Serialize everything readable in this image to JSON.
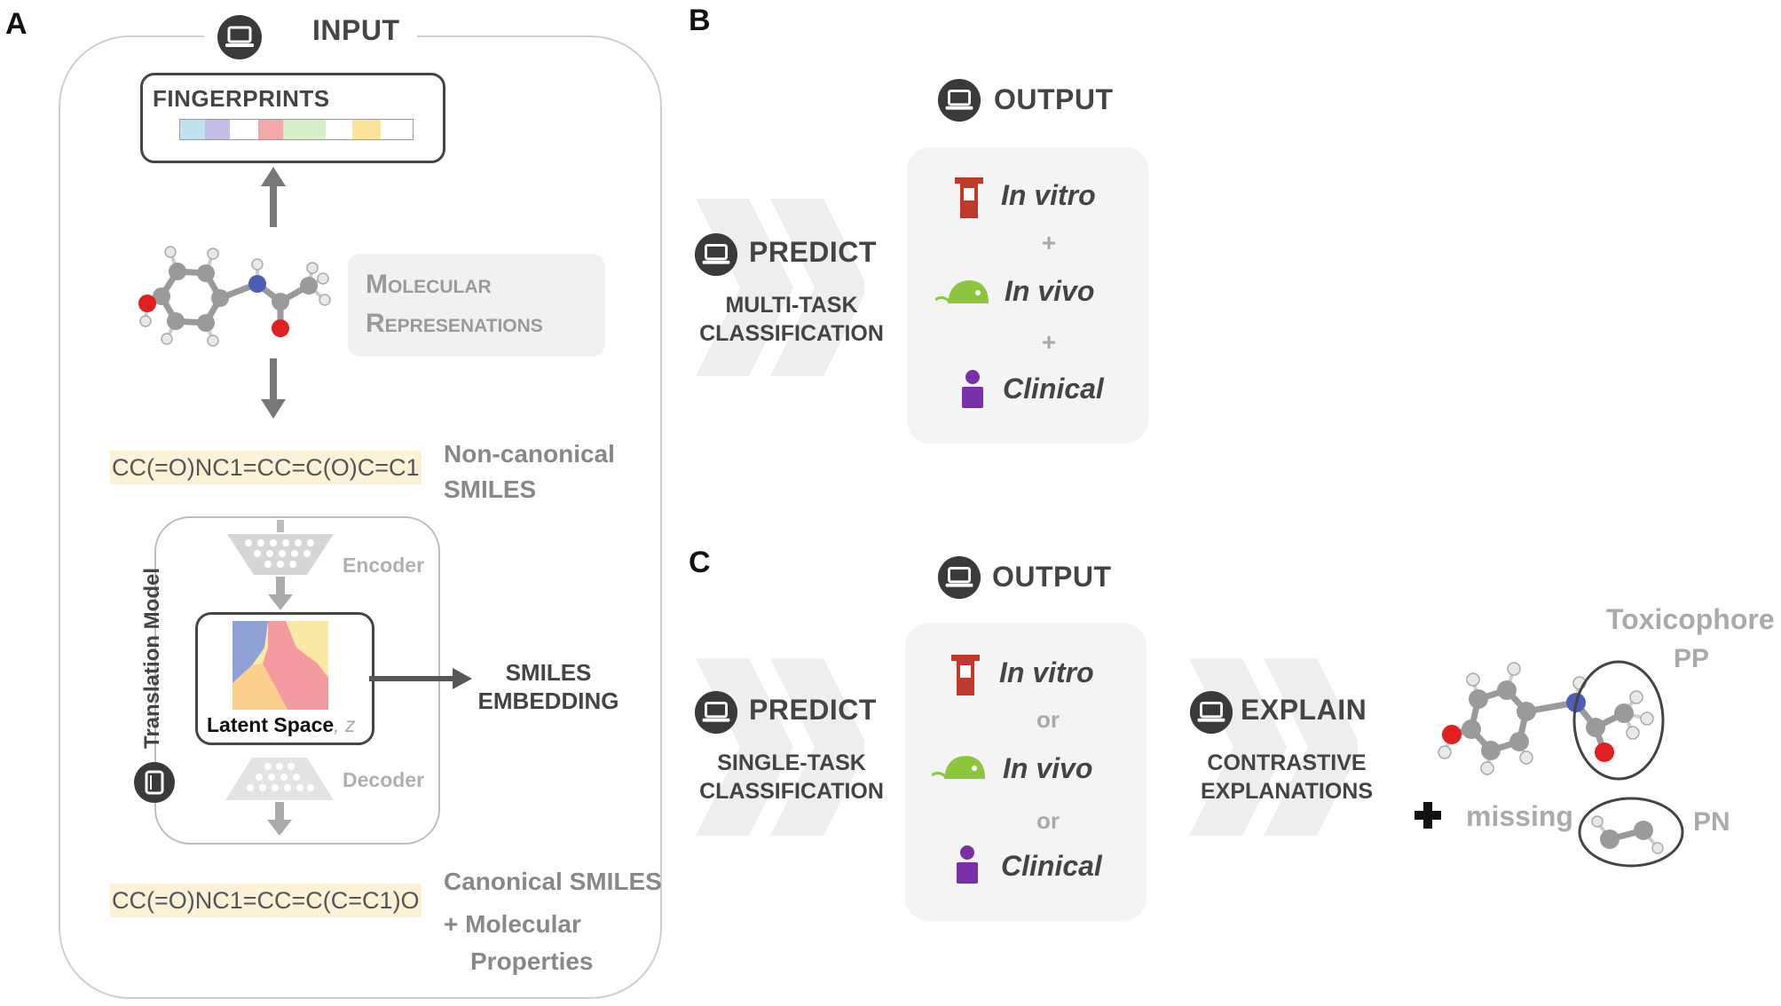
{
  "panels": {
    "a": "A",
    "b": "B",
    "c": "C"
  },
  "input": {
    "title": "INPUT",
    "fingerprints": "FINGERPRINTS",
    "fingerprint_colors": [
      "#bfe3f1",
      "#c5bce8",
      "#ffffff",
      "#f5a8a8",
      "#d6efc6",
      "#ffffff",
      "#fbe39b",
      "#ffffff"
    ],
    "mol_rep_line1": "Molecular",
    "mol_rep_line2": "Represenations",
    "noncanonical_smiles": "CC(=O)NC1=CC=C(O)C=C1",
    "noncanonical_label_line1": "Non-canonical",
    "noncanonical_label_line2": "SMILES",
    "translation_model": "Translation Model",
    "encoder": "Encoder",
    "decoder": "Decoder",
    "latent_space": "Latent Space",
    "latent_var": ", z",
    "smiles_embedding_line1": "SMILES",
    "smiles_embedding_line2": "EMBEDDING",
    "canonical_smiles": "CC(=O)NC1=CC=C(C=C1)O",
    "canonical_label": "Canonical SMILES",
    "molprops_line1": "+ Molecular",
    "molprops_line2": "Properties"
  },
  "b": {
    "predict": "PREDICT",
    "task_line1": "MULTI-TASK",
    "task_line2": "CLASSIFICATION",
    "output": "OUTPUT",
    "in_vitro": "In vitro",
    "in_vivo": "In vivo",
    "clinical": "Clinical",
    "sep1": "+",
    "sep2": "+"
  },
  "c": {
    "predict": "PREDICT",
    "task_line1": "SINGLE-TASK",
    "task_line2": "CLASSIFICATION",
    "output": "OUTPUT",
    "in_vitro": "In vitro",
    "in_vivo": "In vivo",
    "clinical": "Clinical",
    "sep1": "or",
    "sep2": "or",
    "explain": "EXPLAIN",
    "explain_line1": "CONTRASTIVE",
    "explain_line2": "EXPLANATIONS",
    "toxicophore": "Toxicophore",
    "pp": "PP",
    "missing": "missing",
    "pn": "PN"
  },
  "colors": {
    "in_vitro_icon": "#c0392b",
    "in_vivo_icon": "#8cc63f",
    "clinical_icon": "#7b2fa8",
    "carbon": "#9a9a9a",
    "oxygen": "#e02020",
    "nitrogen": "#4a5fb5",
    "hydrogen": "#ffffff"
  },
  "icons": {
    "computer": "laptop-icon",
    "tube": "test-tube-icon",
    "mouse": "mouse-icon",
    "person": "person-icon",
    "model": "model-icon"
  }
}
